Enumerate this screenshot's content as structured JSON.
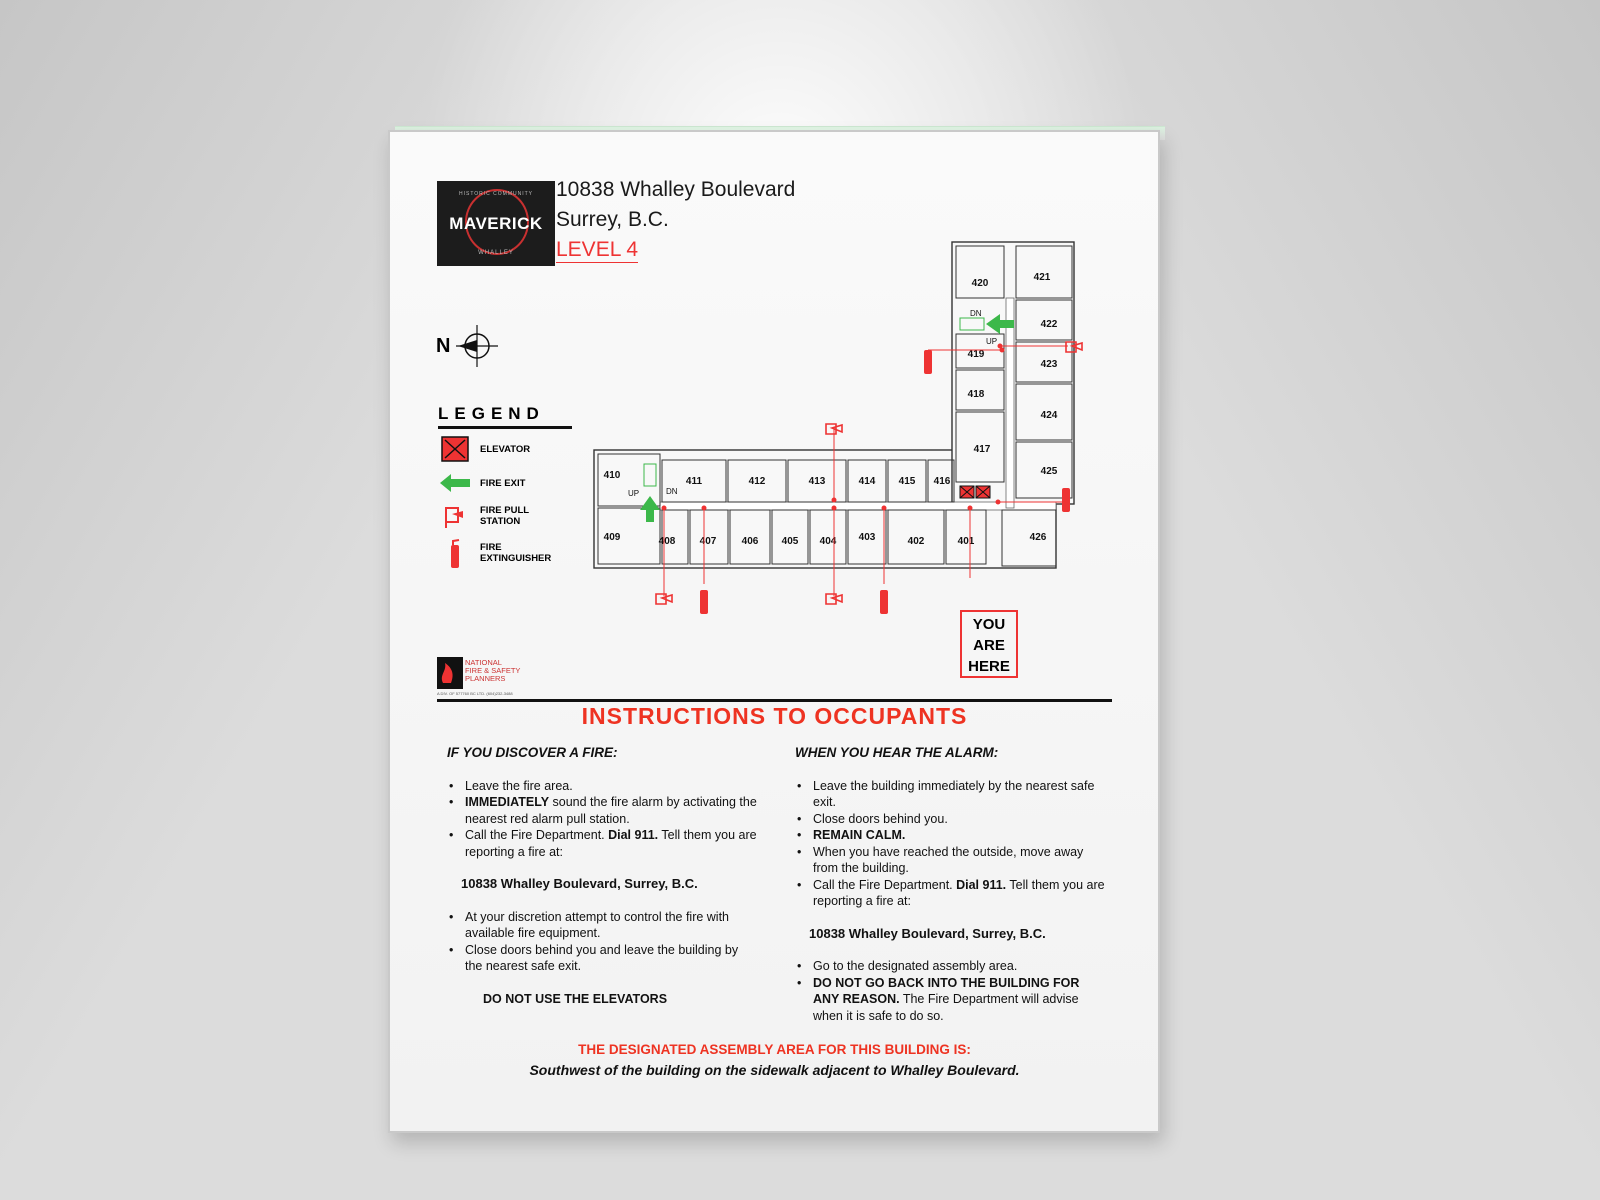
{
  "header": {
    "logo_top": "HISTORIC COMMUNITY",
    "logo_brand": "MAVERICK",
    "logo_bottom": "WHALLEY",
    "address_line1": "10838 Whalley Boulevard",
    "address_line2": "Surrey, B.C.",
    "level": "LEVEL 4"
  },
  "compass": {
    "label": "N"
  },
  "legend": {
    "title": "LEGEND",
    "items": [
      {
        "label": "ELEVATOR",
        "icon": "elevator-icon"
      },
      {
        "label": "FIRE  EXIT",
        "icon": "fire-exit-arrow-icon"
      },
      {
        "label": "FIRE PULL STATION",
        "icon": "fire-pull-station-icon"
      },
      {
        "label": "FIRE EXTINGUISHER",
        "icon": "fire-extinguisher-icon"
      }
    ]
  },
  "floorplan": {
    "rooms": [
      "401",
      "402",
      "403",
      "404",
      "405",
      "406",
      "407",
      "408",
      "409",
      "410",
      "411",
      "412",
      "413",
      "414",
      "415",
      "416",
      "417",
      "418",
      "419",
      "420",
      "421",
      "422",
      "423",
      "424",
      "425",
      "426"
    ],
    "stair_labels": {
      "up": "UP",
      "dn": "DN"
    },
    "you_are_here": [
      "YOU",
      "ARE",
      "HERE"
    ]
  },
  "footer_logo": {
    "text": [
      "NATIONAL",
      "FIRE & SAFETY",
      "PLANNERS"
    ],
    "fine_print": "A DIV. OF 577760 BC LTD.   (604)232-3488"
  },
  "instructions": {
    "title": "INSTRUCTIONS TO OCCUPANTS",
    "left": {
      "heading": "IF YOU DISCOVER A FIRE:",
      "b1": "Leave the fire area.",
      "b2_bold": "IMMEDIATELY",
      "b2_rest": " sound the fire alarm by activating the nearest red alarm pull station.",
      "b3_pre": "Call the Fire Department.  ",
      "b3_bold": "Dial 911.",
      "b3_post": "  Tell them you are reporting a fire at:",
      "address": "10838 Whalley Boulevard, Surrey, B.C.",
      "b4": "At your discretion attempt to control the fire with available fire equipment.",
      "b5": "Close doors behind you and leave the building by the nearest safe exit.",
      "warning": "DO NOT USE THE ELEVATORS"
    },
    "right": {
      "heading": "WHEN YOU HEAR THE ALARM:",
      "b1": "Leave the building immediately by the nearest safe exit.",
      "b2": "Close doors behind you.",
      "b3": "REMAIN CALM.",
      "b4": "When you have reached the outside, move away from the building.",
      "b5_pre": "Call the Fire Department.  ",
      "b5_bold": "Dial 911.",
      "b5_post": "  Tell them you are reporting a fire at:",
      "address": "10838 Whalley Boulevard, Surrey, B.C.",
      "b6": "Go to the designated assembly area.",
      "b7_bold": "DO NOT GO BACK INTO THE BUILDING FOR ANY REASON.",
      "b7_rest": "  The Fire Department will advise when it is safe to do so."
    },
    "assembly_heading": "THE DESIGNATED ASSEMBLY AREA FOR THIS BUILDING IS:",
    "assembly_text": "Southwest of the building on the sidewalk adjacent to Whalley Boulevard."
  },
  "colors": {
    "red": "#e33333",
    "green": "#3cb84a",
    "ink": "#111111"
  }
}
